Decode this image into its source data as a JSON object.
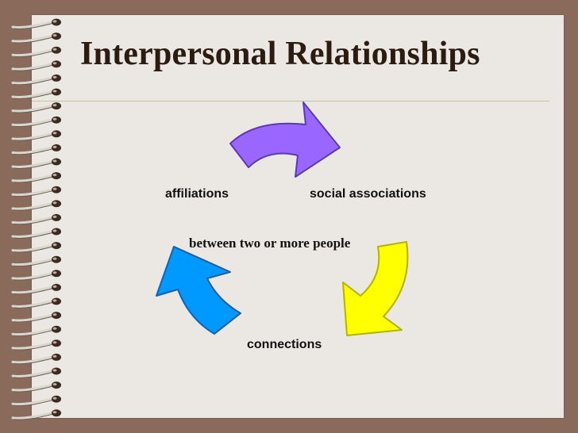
{
  "slide": {
    "title": "Interpersonal Relationships"
  },
  "diagram": {
    "labels": {
      "affiliations": "affiliations",
      "social_associations": "social associations",
      "connections": "connections",
      "center": "between two or more people"
    },
    "arrow_colors": {
      "top": "#9966ff",
      "right": "#ffff00",
      "left": "#0099ff"
    }
  },
  "theme": {
    "background": "#8a6a5a",
    "paper": "#ebe7e2",
    "rule": "#c7c19c"
  }
}
